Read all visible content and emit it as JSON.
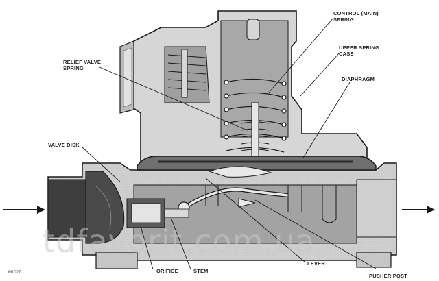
{
  "labels": {
    "control_spring_1": "CONTROL (MAIN)",
    "control_spring_2": "SPRING",
    "upper_case_1": "UPPER SPRING",
    "upper_case_2": "CASE",
    "relief_spring_1": "RELIEF VALVE",
    "relief_spring_2": "SPRING",
    "diaphragm": "DIAPHRAGM",
    "valve_disk": "VALVE DISK",
    "orifice": "ORIFICE",
    "stem": "STEM",
    "lever": "LEVER",
    "pusher_post": "PUSHER POST"
  },
  "figure_code": "M1027",
  "watermark": "tdfavorit.com.ua",
  "colors": {
    "body_light": "#d4d4d4",
    "body_mid": "#b0b0b0",
    "body_dark": "#7a7a7a",
    "cavity": "#9a9a9a",
    "disk": "#4a4a4a",
    "outline": "#1a1a1a"
  }
}
